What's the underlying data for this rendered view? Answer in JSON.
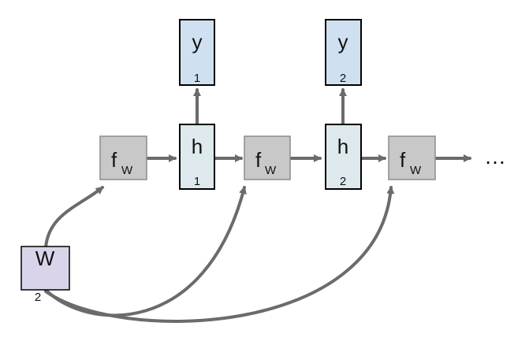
{
  "nodes": {
    "f1": {
      "main": "f",
      "sub": "W"
    },
    "f2": {
      "main": "f",
      "sub": "W"
    },
    "f3": {
      "main": "f",
      "sub": "W"
    },
    "h1": {
      "main": "h",
      "sub": "1"
    },
    "h2": {
      "main": "h",
      "sub": "2"
    },
    "y1": {
      "main": "y",
      "sub": "1"
    },
    "y2": {
      "main": "y",
      "sub": "2"
    },
    "w": {
      "main": "W",
      "sub": "2"
    }
  },
  "continuation": "…",
  "colors": {
    "edge": "#6b6b6b",
    "f_box": "#c8c8c8",
    "h_box": "#dde9ec",
    "y_box": "#cfe0f0",
    "w_box": "#d9d4ea"
  }
}
